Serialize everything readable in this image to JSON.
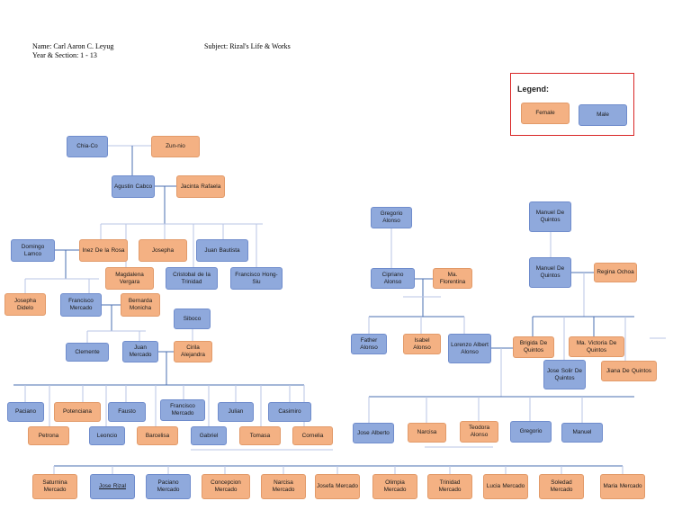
{
  "header": {
    "name": "Name: Carl Aaron C. Leyug",
    "section": "Year & Section: 1 - 13",
    "subject": "Subject: Rizal's Life & Works"
  },
  "legend": {
    "title": "Legend:",
    "female": "Female",
    "male": "Male"
  },
  "colors": {
    "female": "#f4b183",
    "male": "#8fa9dc",
    "connector": "#4a6fb2",
    "legend_border": "#d92626"
  },
  "people": {
    "chia_co": "Chia-Co",
    "zun_nio": "Zun-nio",
    "agustin_cabco": "Agustin Cabco",
    "jacinta_rafaela": "Jacinta Rafaela",
    "domingo_lamco": "Domingo Lamco",
    "inez_de_la_rosa": "Inez De la Rosa",
    "josepha": "Josepha",
    "juan_bautista": "Juan Bautista",
    "magdalena_vergara": "Magdalena Vergara",
    "cristobal_de_la_trinidad": "Cristobal de la Trinidad",
    "francisco_hong_siu": "Francisco Hong-Siu",
    "josepha_didelo": "Josepha Didelo",
    "francisco_mercado": "Francisco Mercado",
    "bernarda_monicha": "Bernarda Monicha",
    "siboco": "Siboco",
    "clemente": "Clemente",
    "juan_mercado": "Juan Mercado",
    "cirila_alejandra": "Cirila Alejandra",
    "paciano_elder": "Paciano",
    "potenciana": "Potenciana",
    "fausto": "Fausto",
    "francisco_mercado_jr": "Francisco Mercado",
    "julian": "Julian",
    "casimiro": "Casimiro",
    "petrona": "Petrona",
    "leoncio": "Leoncio",
    "barcelisa": "Barcelisa",
    "gabriel": "Gabriel",
    "tomasa": "Tomasa",
    "cornelia": "Cornelia",
    "gregorio_alonso": "Gregorio Alonso",
    "cipriano_alonso": "Cipriano Alonso",
    "ma_florentina": "Ma. Florentina",
    "father_alonso": "Father Alonso",
    "isabel_alonso": "Isabel Alonso",
    "lorenzo_albert_alonso": "Lorenzo Albert Alonso",
    "manuel_de_quintos_elder": "Manuel De Quintos",
    "manuel_de_quintos": "Manuel De Quintos",
    "regina_ochoa": "Regina Ochoa",
    "brigida_de_quintos": "Brigida De Quintos",
    "ma_victoria_de_quintos": "Ma. Victoria De Quintos",
    "jose_solir_de_quintos": "Jose Solir De Quintos",
    "jiana_de_quintos": "Jiana De Quintos",
    "jose_alberto": "Jose Alberto",
    "narcisa_alonso": "Narcisa",
    "teodora_alonso": "Teodora Alonso",
    "gregorio": "Gregorio",
    "manuel": "Manuel",
    "saturnina_mercado": "Saturnina Mercado",
    "jose_rizal": "Jose Rizal",
    "paciano_mercado": "Paciano Mercado",
    "concepcion_mercado": "Concepcion Mercado",
    "narcisa_mercado": "Narcisa Mercado",
    "josefa_mercado": "Josefa Mercado",
    "olimpia_mercado": "Olimpia Mercado",
    "trinidad_mercado": "Trinidad Mercado",
    "lucia_mercado": "Lucia Mercado",
    "soledad_mercado": "Soledad Mercado",
    "maria_mercado": "Maria Mercado"
  }
}
